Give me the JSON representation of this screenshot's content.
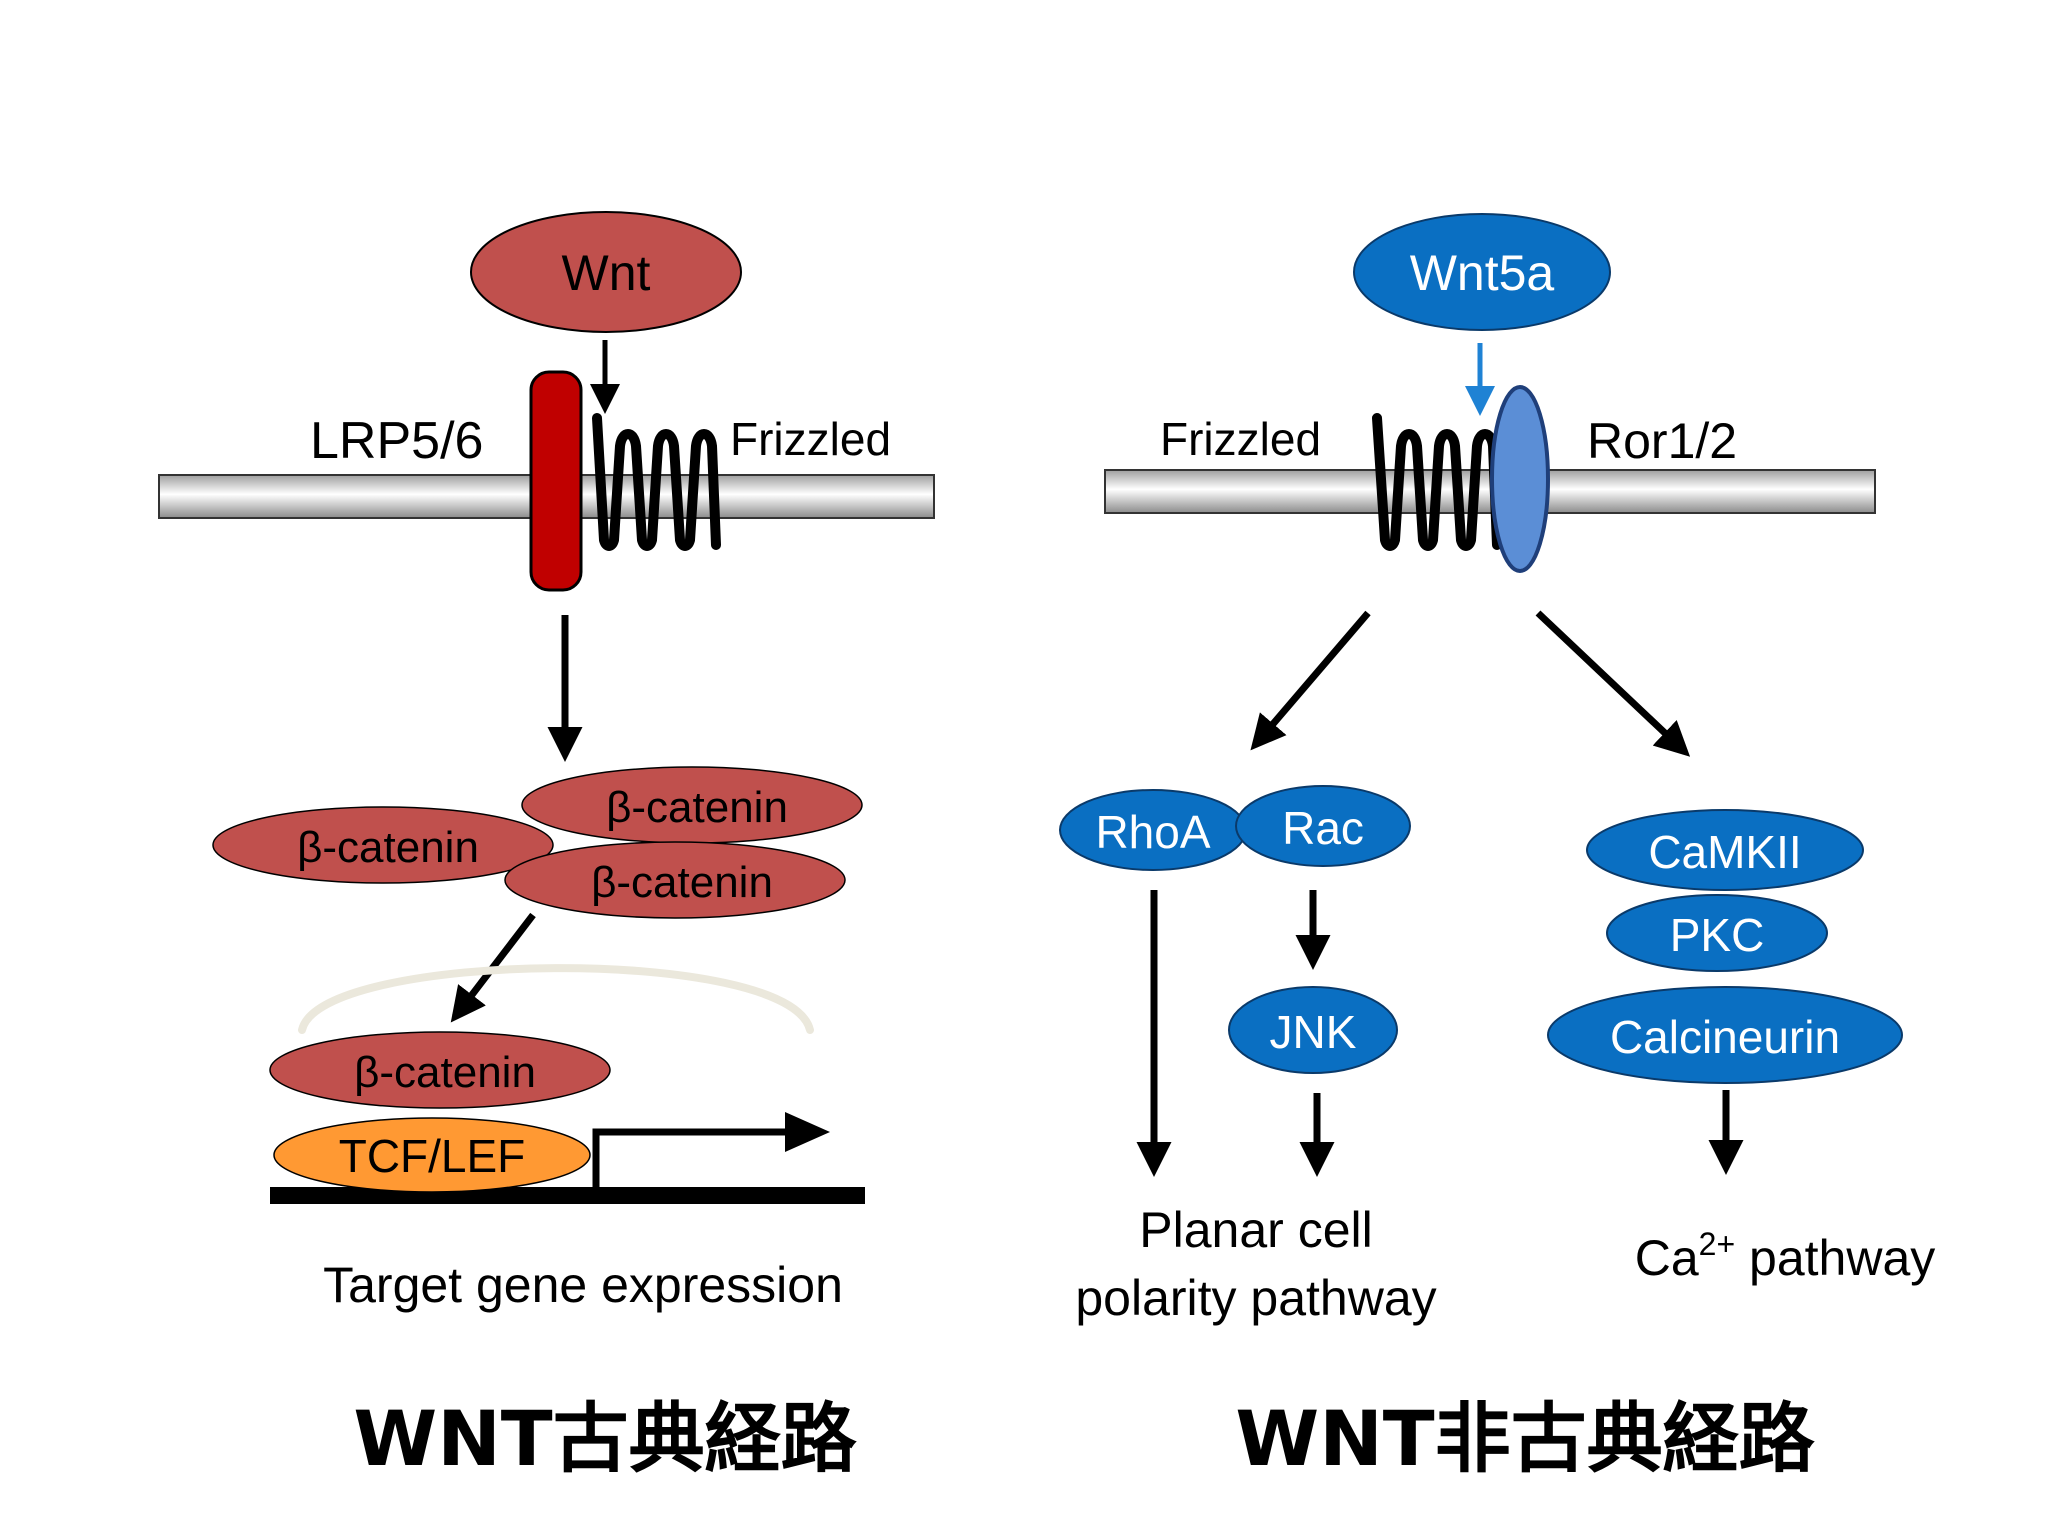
{
  "colors": {
    "canonical_fill": "#c0504d",
    "lrp_fill": "#c00000",
    "tcf_fill": "#ff9933",
    "noncanonical_fill": "#0a6fc2",
    "ror_fill": "#5b8ed6",
    "ror_stroke": "#1f3f7a",
    "arrow_blue": "#1f82d4",
    "arrow": "#000000"
  },
  "canonical": {
    "ligand": "Wnt",
    "coreceptor": "LRP5/6",
    "receptor": "Frizzled",
    "beta_catenin": [
      "β-catenin",
      "β-catenin",
      "β-catenin"
    ],
    "nuclear_beta_catenin": "β-catenin",
    "transcription_factor": "TCF/LEF",
    "output": "Target gene expression",
    "title": "WNT古典経路"
  },
  "noncanonical": {
    "ligand": "Wnt5a",
    "receptor": "Frizzled",
    "coreceptor": "Ror1/2",
    "pcp": {
      "nodes": [
        "RhoA",
        "Rac",
        "JNK"
      ],
      "output_line1": "Planar cell",
      "output_line2": "polarity pathway"
    },
    "calcium": {
      "nodes": [
        "CaMKII",
        "PKC",
        "Calcineurin"
      ],
      "output_prefix": "Ca",
      "output_sup": "2+",
      "output_suffix": " pathway"
    },
    "title": "WNT非古典経路"
  }
}
